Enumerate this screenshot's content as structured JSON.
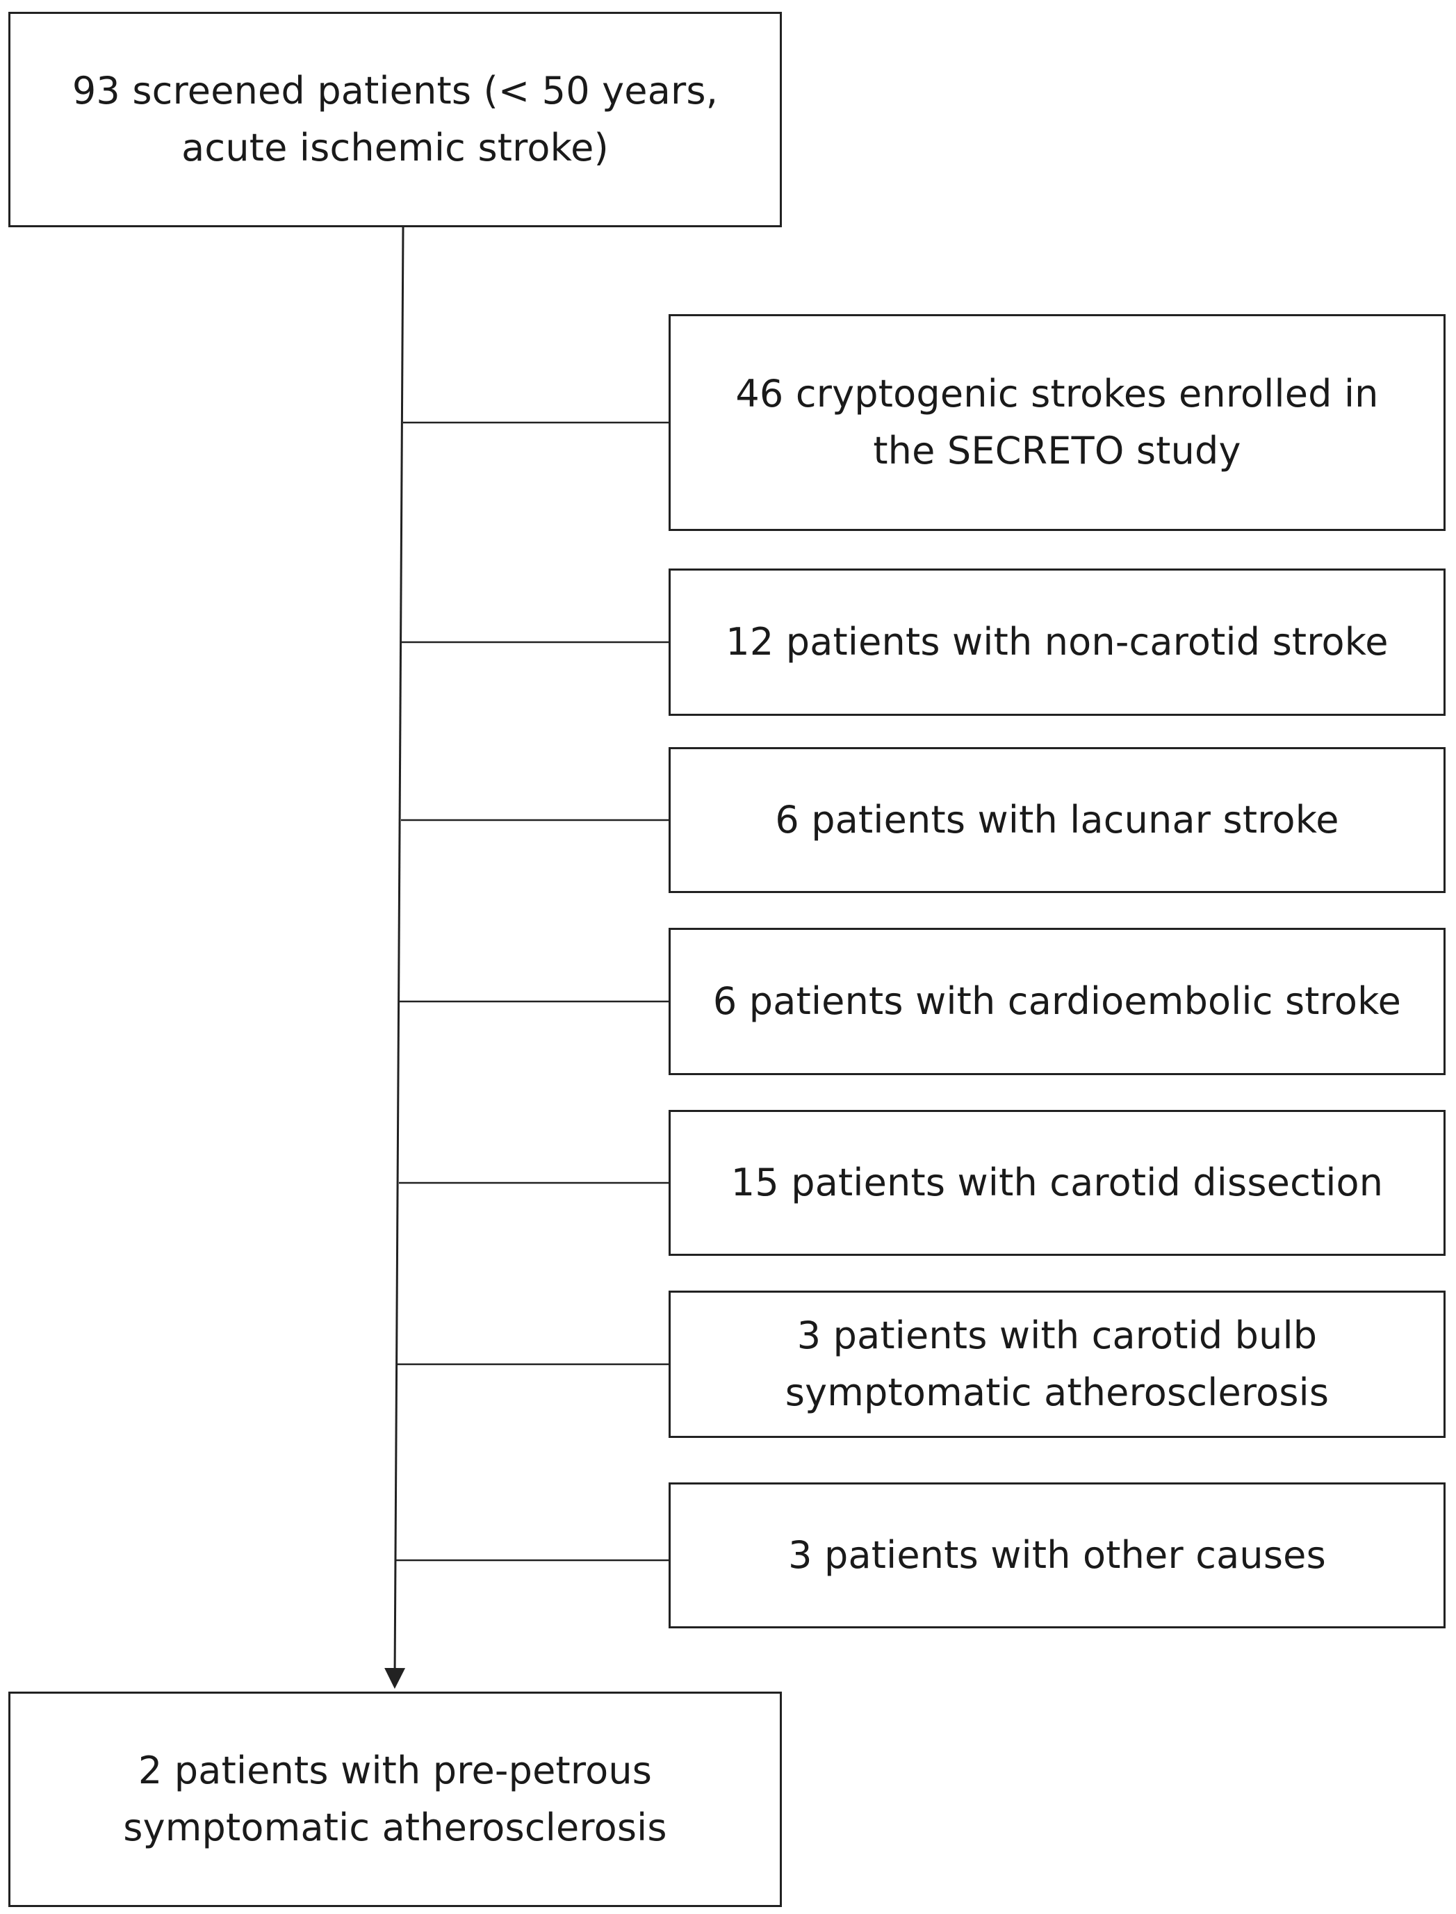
{
  "flowchart": {
    "top_box": {
      "line1": "93 screened patients (< 50 years,",
      "line2": "acute ischemic stroke)"
    },
    "exclusions": [
      {
        "line1": "46 cryptogenic strokes enrolled in",
        "line2": "the SECRETO study"
      },
      {
        "line1": "12 patients with non-carotid stroke",
        "line2": ""
      },
      {
        "line1": "6 patients with lacunar stroke",
        "line2": ""
      },
      {
        "line1": "6 patients with cardioembolic stroke",
        "line2": ""
      },
      {
        "line1": "15 patients with carotid dissection",
        "line2": ""
      },
      {
        "line1": "3 patients with carotid bulb",
        "line2": "symptomatic atherosclerosis"
      },
      {
        "line1": "3 patients with other causes",
        "line2": ""
      }
    ],
    "bottom_box": {
      "line1": "2 patients with pre-petrous",
      "line2": "symptomatic atherosclerosis"
    }
  },
  "colors": {
    "line": "#222222",
    "text": "#1a1a1a",
    "background": "#ffffff"
  }
}
